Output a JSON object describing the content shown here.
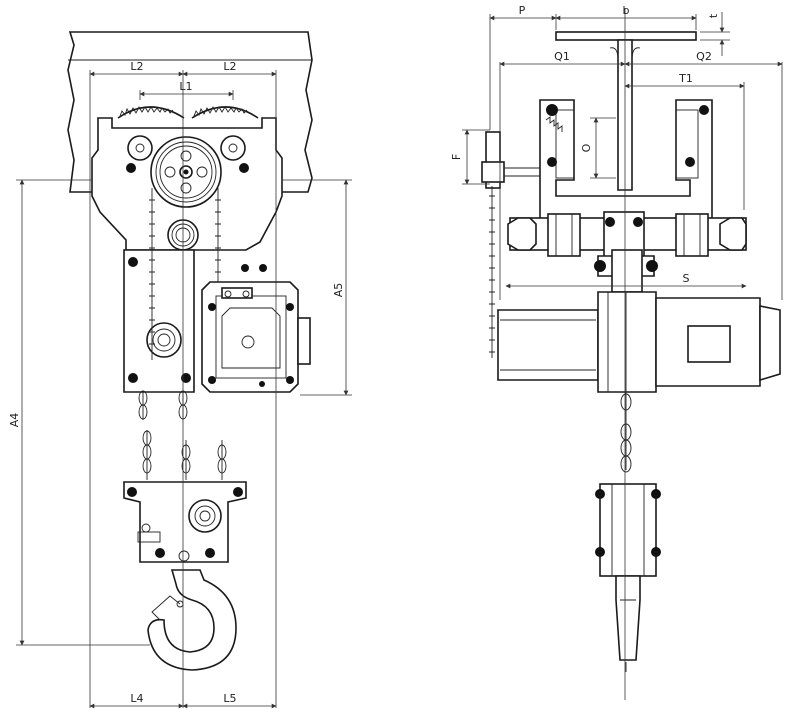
{
  "front_view": {
    "labels": {
      "l2_left": "L2",
      "l2_right": "L2",
      "l1": "L1",
      "a4": "A4",
      "a5": "A5",
      "l4": "L4",
      "l5": "L5"
    }
  },
  "side_view": {
    "labels": {
      "p": "P",
      "b": "b",
      "t": "t",
      "q1": "Q1",
      "q2": "Q2",
      "t1": "T1",
      "f": "F",
      "o": "O",
      "s": "S"
    }
  }
}
